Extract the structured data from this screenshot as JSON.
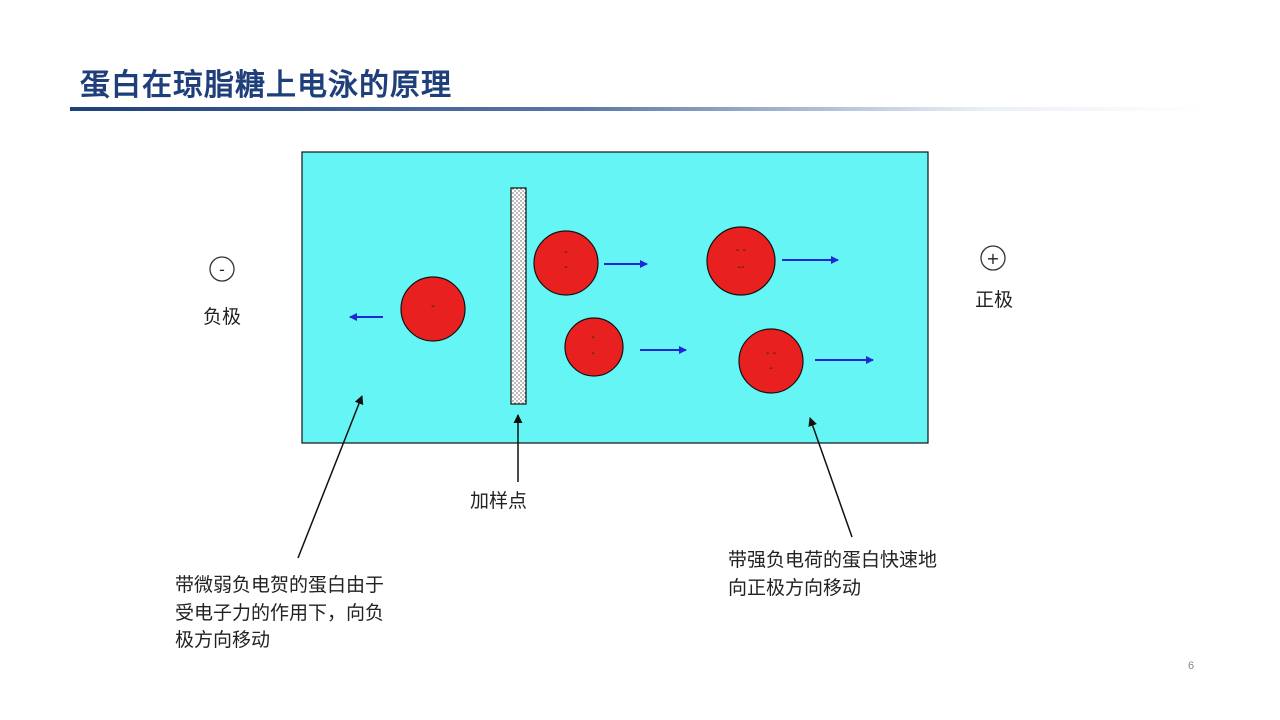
{
  "slide": {
    "title": "蛋白在琼脂糖上电泳的原理",
    "page_number": "6"
  },
  "electrodes": {
    "negative": {
      "symbol": "-",
      "label": "负极"
    },
    "positive": {
      "symbol": "+",
      "label": "正极"
    }
  },
  "proteins": {
    "left_charge": "-",
    "right_charges": [
      "-",
      "- -",
      "--",
      "- -"
    ]
  },
  "labels": {
    "sample_point": "加样点",
    "weak_charge": [
      "带微弱负电贺的蛋白由于",
      "受电子力的作用下，向负",
      "极方向移动"
    ],
    "strong_charge": [
      "带强负电荷的蛋白快速地",
      "向正极方向移动"
    ]
  },
  "colors": {
    "gel": "#66f5f5",
    "protein": "#e82020",
    "arrow": "#1d2ad4",
    "title": "#1f3f7a"
  }
}
